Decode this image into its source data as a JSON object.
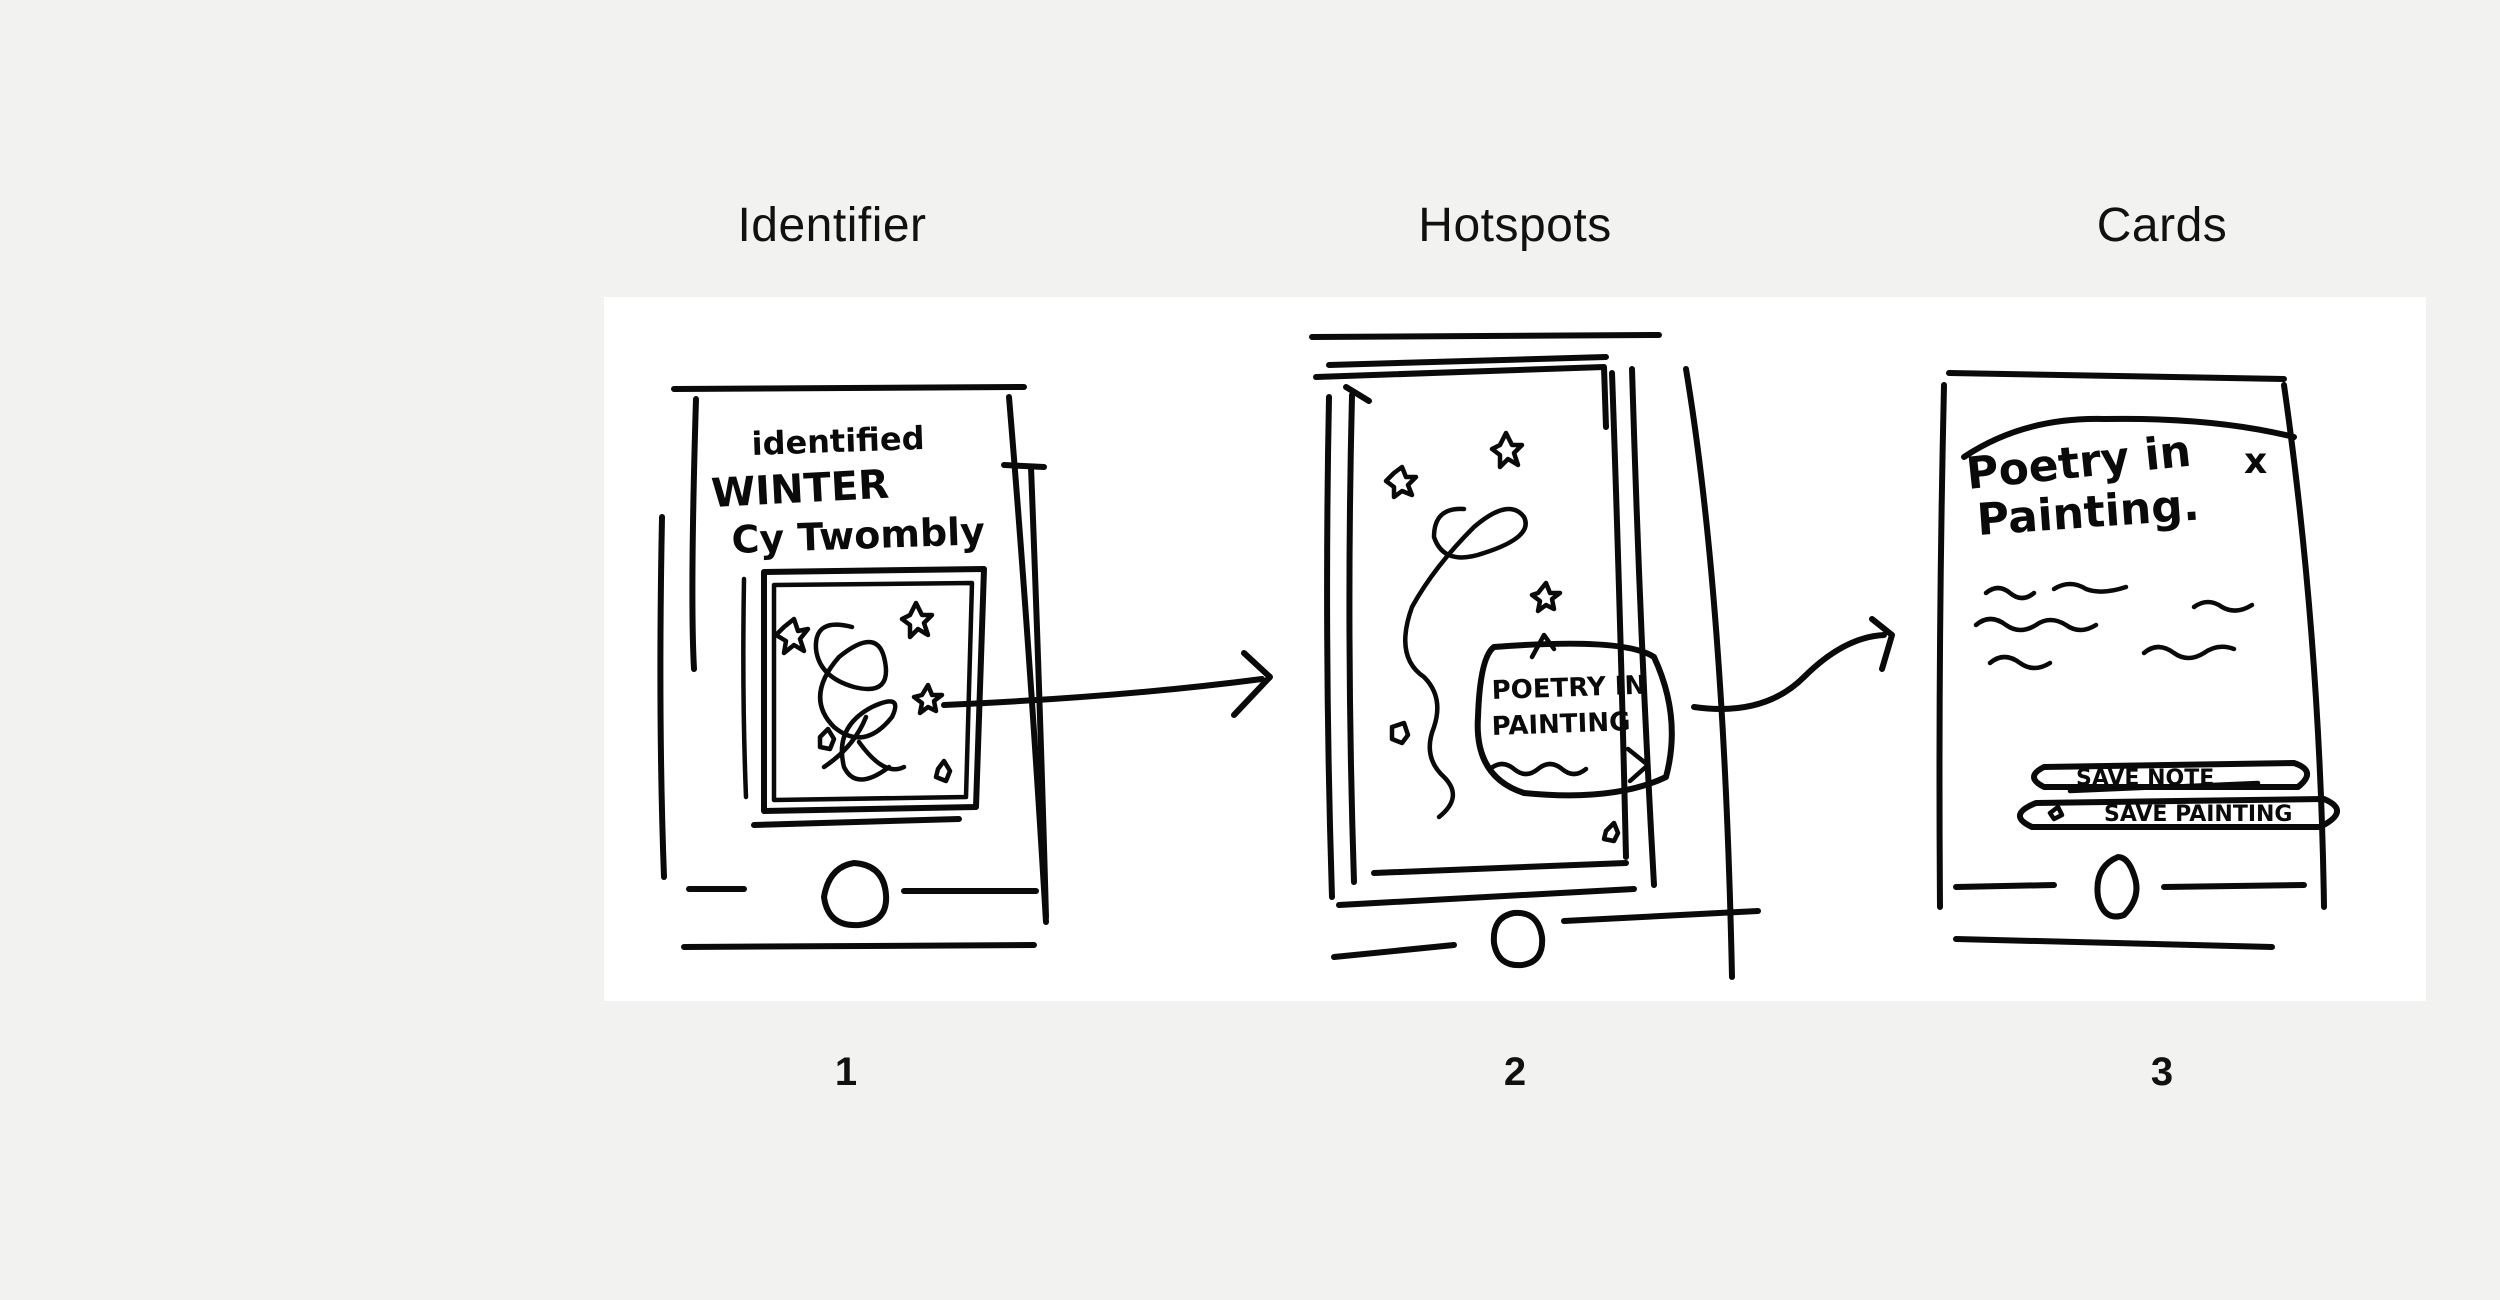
{
  "columns": [
    {
      "title": "Identifier",
      "number": "1"
    },
    {
      "title": "Hotspots",
      "number": "2"
    },
    {
      "title": "Cards",
      "number": "3"
    }
  ],
  "sketch1": {
    "line1": "identified",
    "line2": "WINTER",
    "line3": "Cy Twombly"
  },
  "sketch2": {
    "bubble_line1": "POETRY IN",
    "bubble_line2": "PAINTING"
  },
  "sketch3": {
    "title_line1": "Poetry in",
    "title_line2": "Painting.",
    "close_mark": "x",
    "save_note": "SAVE NOTE",
    "save_painting": "SAVE PAINTING"
  },
  "colors": {
    "background": "#f2f2f0",
    "panel": "#ffffff",
    "ink": "#0a0a0a"
  }
}
